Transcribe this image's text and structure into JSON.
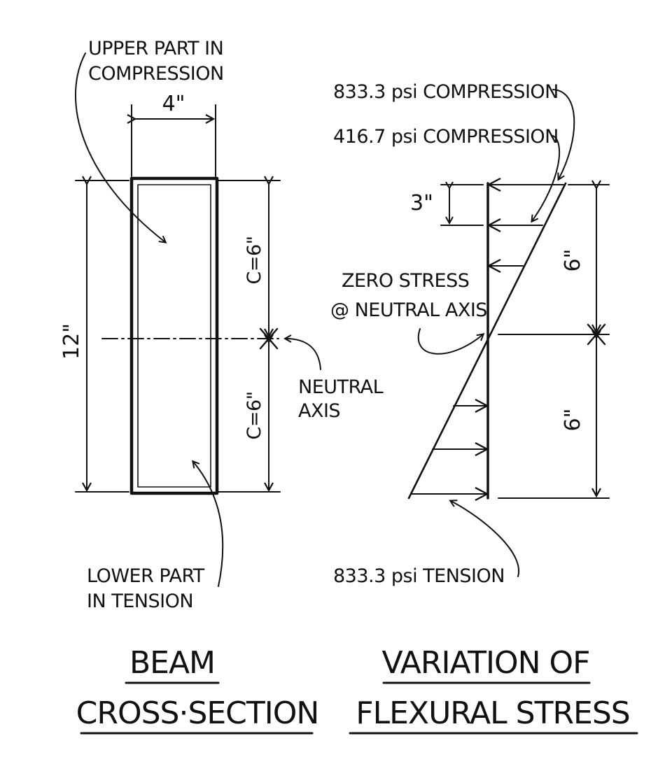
{
  "cross_section": {
    "label_upper_line1": "UPPER PART IN",
    "label_upper_line2": "COMPRESSION",
    "width_dim": "4\"",
    "height_dim": "12\"",
    "c_top": "C=6\"",
    "c_bottom": "C=6\"",
    "neutral_axis_line1": "NEUTRAL",
    "neutral_axis_line2": "AXIS",
    "label_lower_line1": "LOWER PART",
    "label_lower_line2": "IN TENSION",
    "title_line1": "BEAM",
    "title_line2": "CROSS·SECTION"
  },
  "stress_diagram": {
    "max_compression_label": "833.3 psi COMPRESSION",
    "mid_compression_label": "416.7 psi COMPRESSION",
    "offset_dim": "3\"",
    "zero_stress_line1": "ZERO STRESS",
    "zero_stress_line2": "@ NEUTRAL AXIS",
    "upper_dim": "6\"",
    "lower_dim": "6\"",
    "max_tension_label": "833.3 psi TENSION",
    "title_line1": "VARIATION OF",
    "title_line2": "FLEXURAL STRESS"
  }
}
